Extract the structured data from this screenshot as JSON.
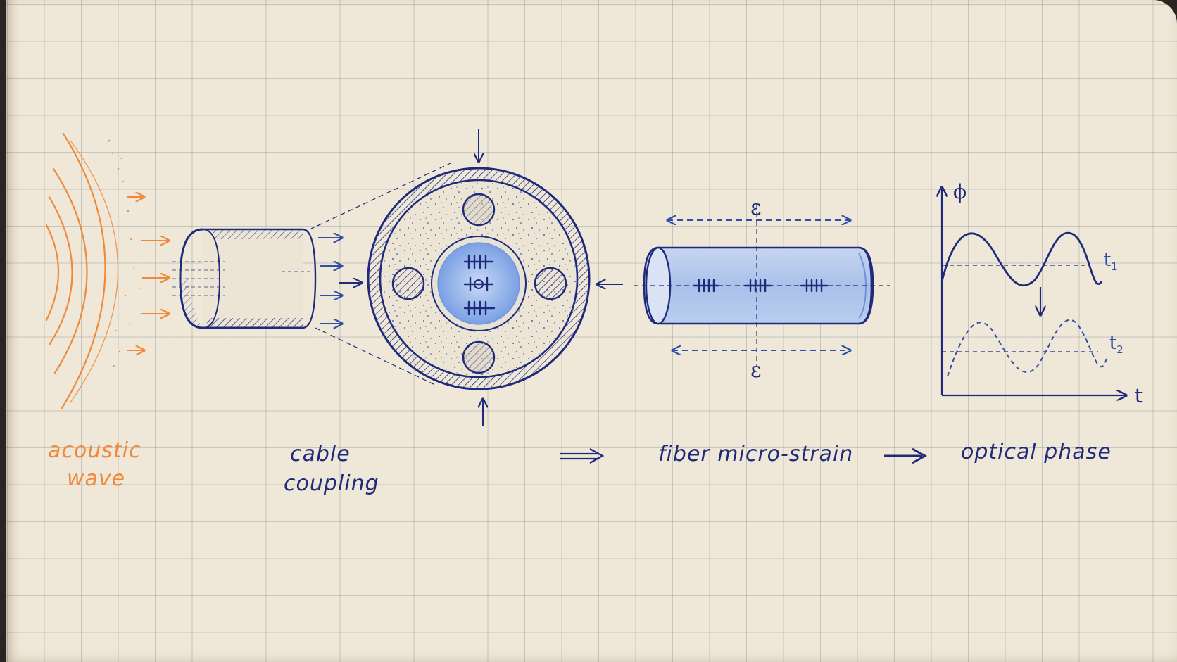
{
  "labels": {
    "acoustic": [
      "acoustic",
      "wave"
    ],
    "cable": [
      "cable",
      "coupling"
    ],
    "strain": "fiber micro-strain",
    "phase": "optical phase"
  },
  "symbols": {
    "strain_top": "ε",
    "strain_bottom": "ε",
    "phi_axis": "ϕ",
    "time_axis": "t",
    "t1": "t",
    "t1_sub": "1",
    "t2": "t",
    "t2_sub": "2"
  },
  "colors": {
    "ink_blue": "#1f2a7a",
    "pencil_blue": "#3b6fd0",
    "orange": "#f08a3a",
    "paper": "#efe8d8"
  }
}
